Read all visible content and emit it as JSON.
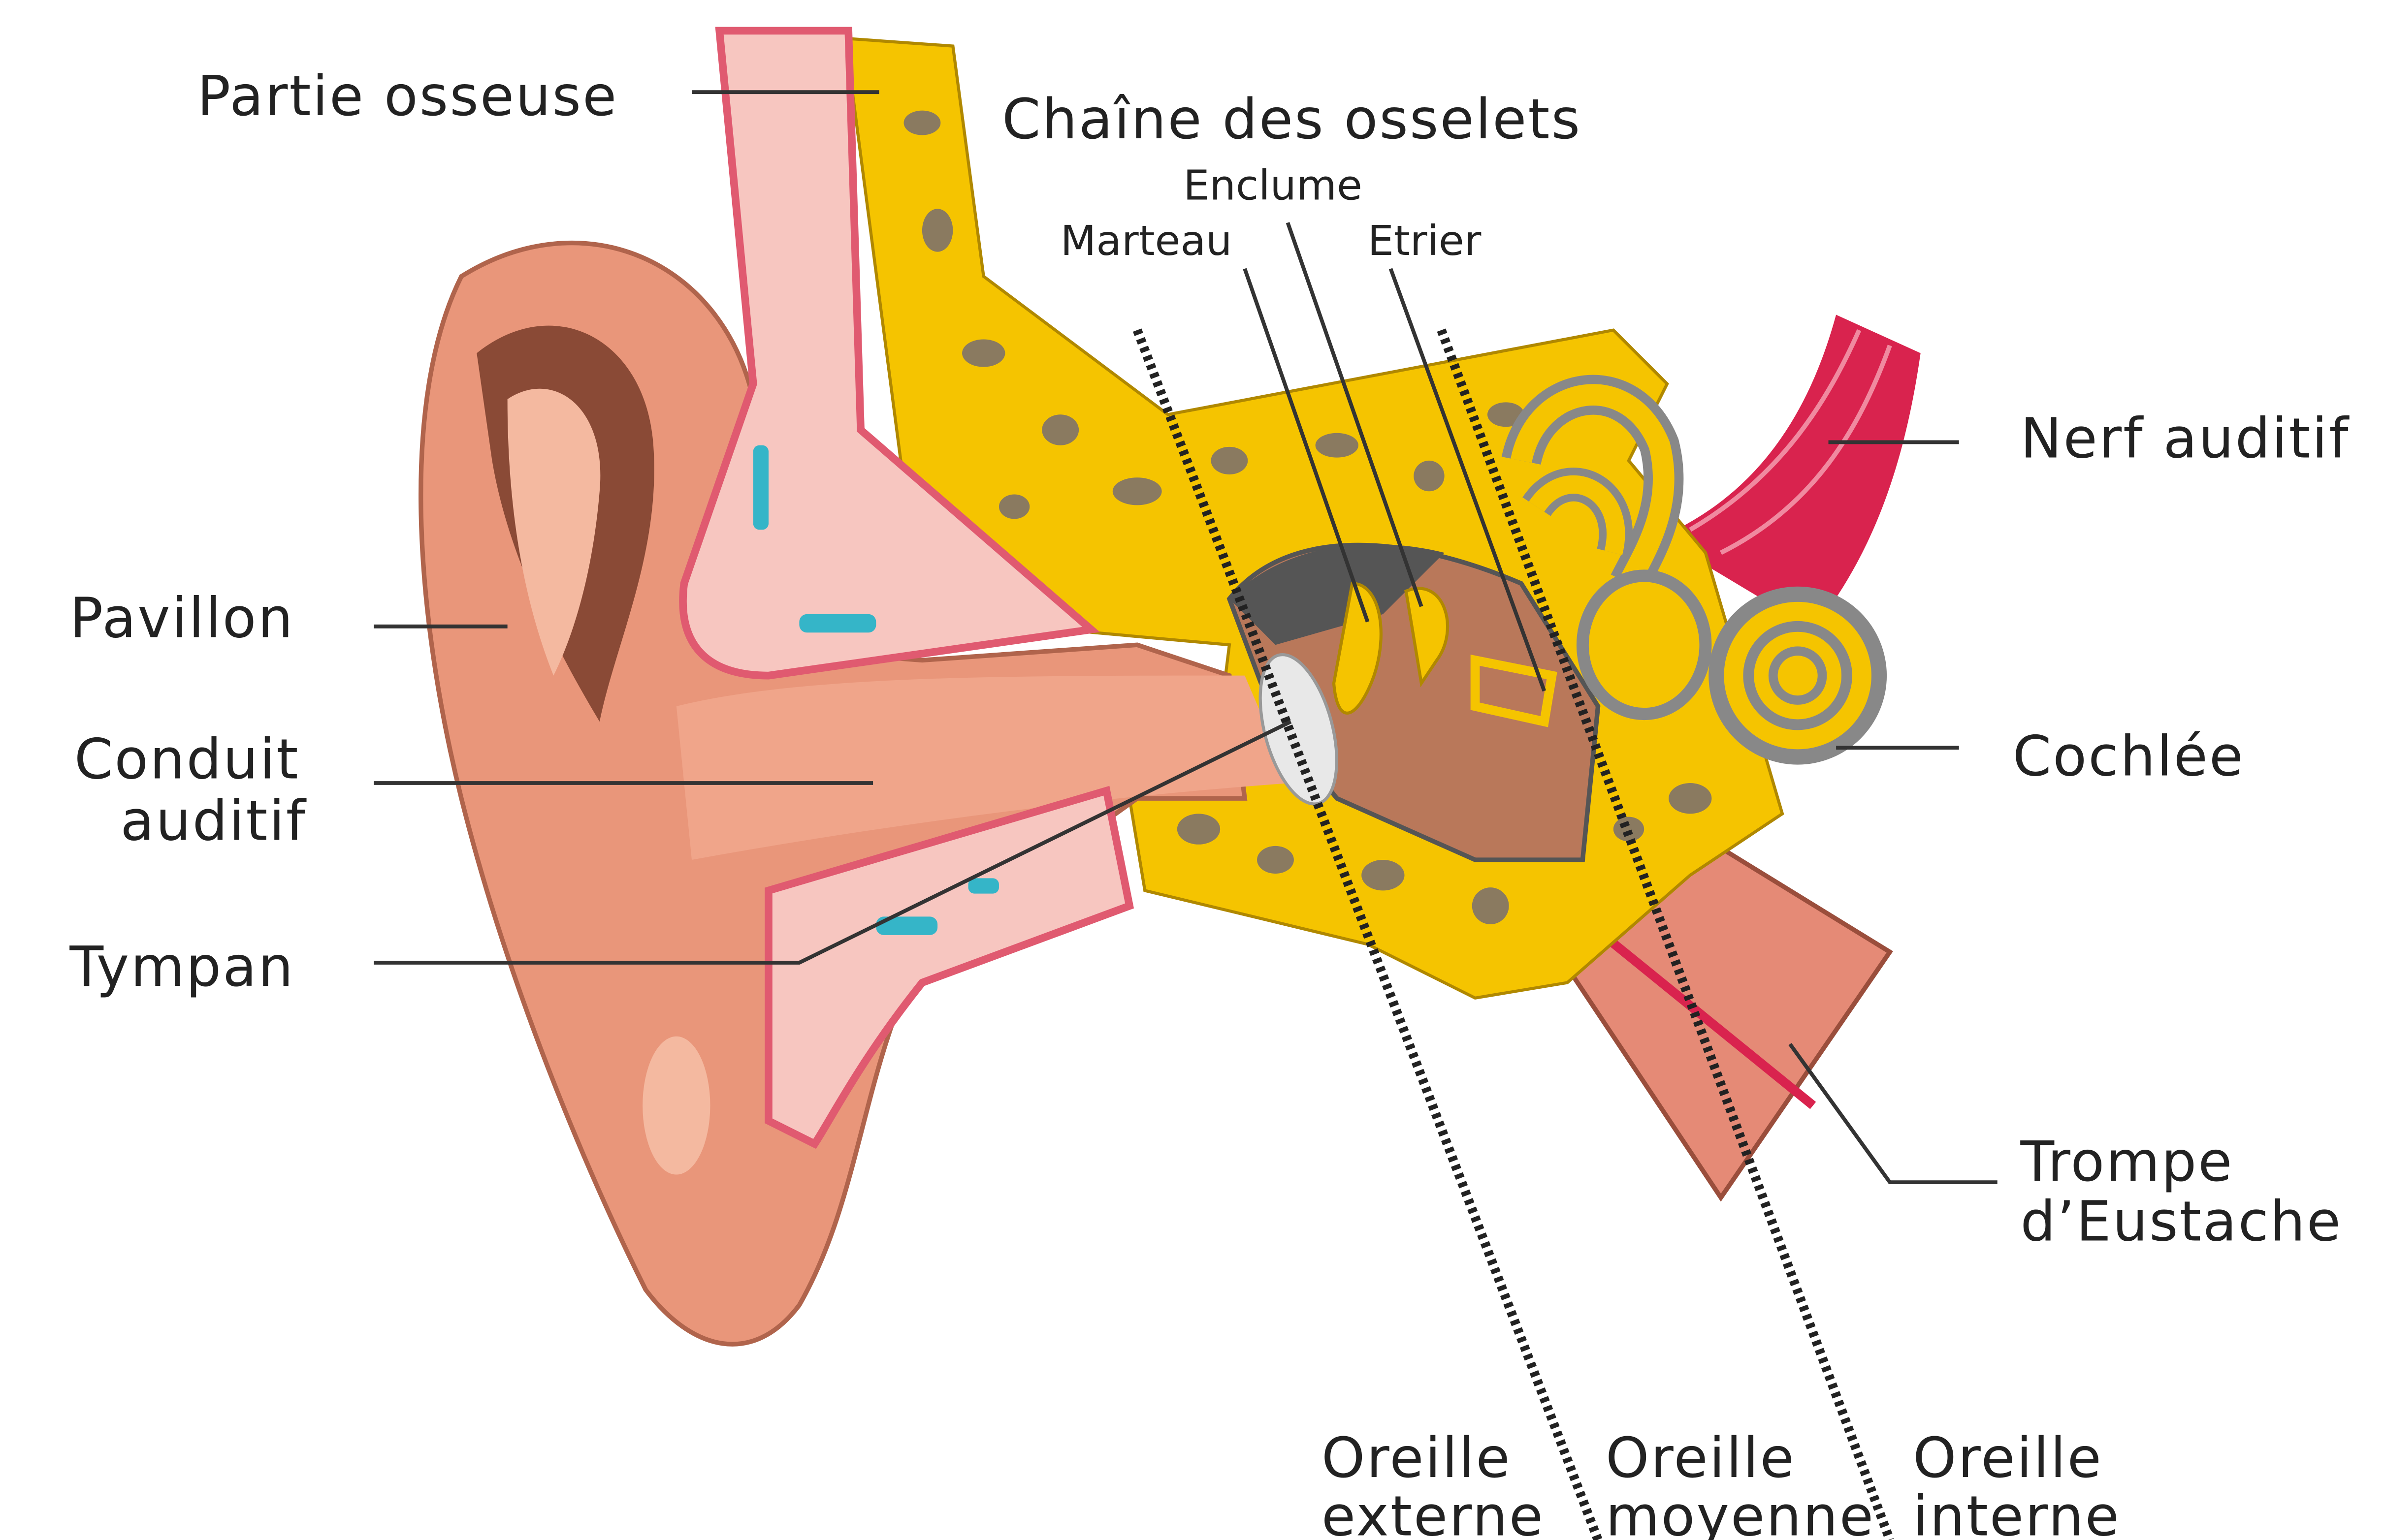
{
  "labels": {
    "partie_osseuse": "Partie osseuse",
    "chaine_osselets": "Chaîne des osselets",
    "enclume": "Enclume",
    "marteau": "Marteau",
    "etrier": "Etrier",
    "nerf_auditif": "Nerf auditif",
    "pavillon": "Pavillon",
    "conduit_line1": "Conduit",
    "conduit_line2": "auditif",
    "cochlee": "Cochlée",
    "tympan": "Tympan",
    "trompe_line1": "Trompe",
    "trompe_line2": "d’Eustache"
  },
  "regions": [
    {
      "line1": "Oreille",
      "line2": "externe"
    },
    {
      "line1": "Oreille",
      "line2": "moyenne"
    },
    {
      "line1": "Oreille",
      "line2": "interne"
    }
  ],
  "colors": {
    "skin": "#e9967a",
    "skin_light": "#f4b9a0",
    "bone": "#f5c400",
    "bone_spot": "#8a7a60",
    "nerve": "#d9234e",
    "cartilage": "#f7c6c0",
    "cavity": "#b9785a"
  }
}
